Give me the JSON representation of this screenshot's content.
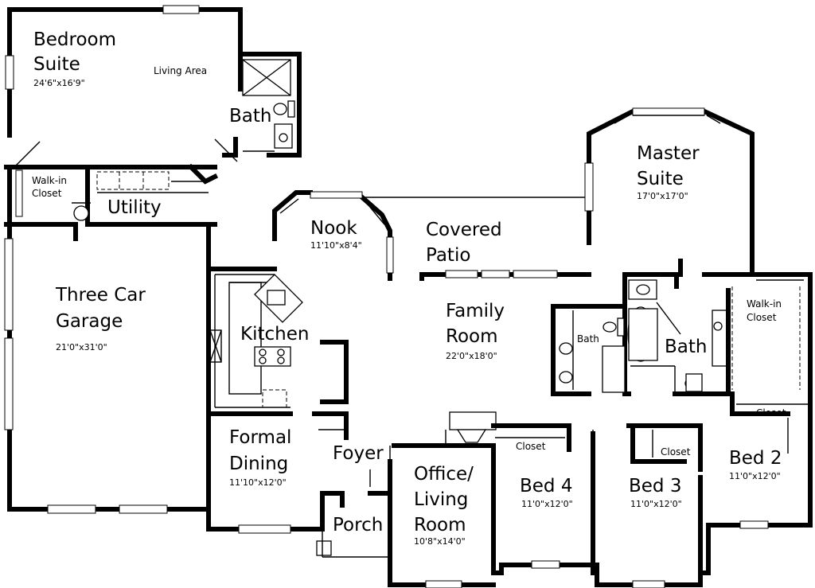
{
  "rooms": {
    "bedroom_suite": {
      "name_line1": "Bedroom",
      "name_line2": "Suite",
      "dim": "24'6\"x16'9\""
    },
    "living_area": {
      "name": "Living Area"
    },
    "bath_upper": {
      "name": "Bath"
    },
    "walkin_closet_left": {
      "name_line1": "Walk-in",
      "name_line2": "Closet"
    },
    "utility": {
      "name": "Utility"
    },
    "nook": {
      "name": "Nook",
      "dim": "11'10\"x8'4\""
    },
    "covered_patio": {
      "name_line1": "Covered",
      "name_line2": "Patio"
    },
    "master_suite": {
      "name_line1": "Master",
      "name_line2": "Suite",
      "dim": "17'0\"x17'0\""
    },
    "garage": {
      "name_line1": "Three Car",
      "name_line2": "Garage",
      "dim": "21'0\"x31'0\""
    },
    "kitchen": {
      "name": "Kitchen"
    },
    "family_room": {
      "name_line1": "Family",
      "name_line2": "Room",
      "dim": "22'0\"x18'0\""
    },
    "bath_small": {
      "name": "Bath"
    },
    "bath_master": {
      "name": "Bath"
    },
    "walkin_closet_right": {
      "name_line1": "Walk-in",
      "name_line2": "Closet"
    },
    "formal_dining": {
      "name_line1": "Formal",
      "name_line2": "Dining",
      "dim": "11'10\"x12'0\""
    },
    "foyer": {
      "name": "Foyer"
    },
    "porch": {
      "name": "Porch"
    },
    "office": {
      "name_line1": "Office/",
      "name_line2": "Living",
      "name_line3": "Room",
      "dim": "10'8\"x14'0\""
    },
    "bed4": {
      "name": "Bed 4",
      "dim": "11'0\"x12'0\"",
      "closet": "Closet"
    },
    "bed3": {
      "name": "Bed 3",
      "dim": "11'0\"x12'0\"",
      "closet": "Closet"
    },
    "bed2": {
      "name": "Bed 2",
      "dim": "11'0\"x12'0\"",
      "closet": "Closet"
    }
  }
}
